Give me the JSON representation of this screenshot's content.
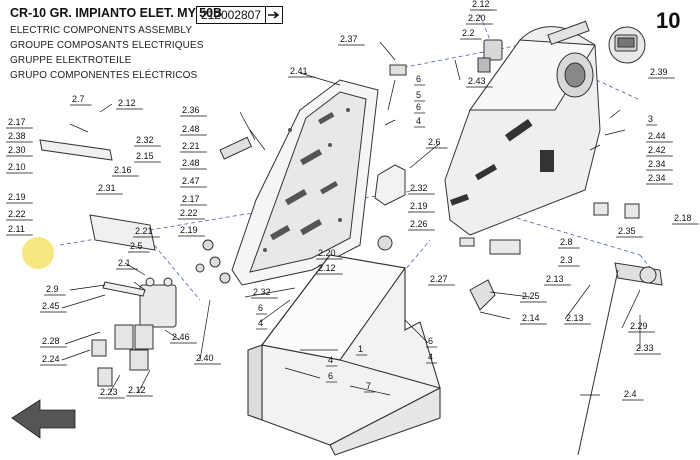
{
  "header": {
    "title": "CR-10 GR. IMPIANTO ELET. MY 50B",
    "lines": [
      "ELECTRIC COMPONENTS ASSEMBLY",
      "GROUPE COMPOSANTS ELECTRIQUES",
      "GRUPPE ELEKTROTEILE",
      "GRUPO COMPONENTES ELÉCTRICOS"
    ],
    "part_number": "212002807",
    "page": "10"
  },
  "callouts": [
    {
      "id": "c1",
      "text": "2.12"
    },
    {
      "id": "c2",
      "text": "2.20"
    },
    {
      "id": "c3",
      "text": "2.2"
    },
    {
      "id": "c4",
      "text": "2.37"
    },
    {
      "id": "c5",
      "text": "2.43"
    },
    {
      "id": "c6",
      "text": "2.39"
    },
    {
      "id": "c7",
      "text": "2.41"
    },
    {
      "id": "c8",
      "text": "6"
    },
    {
      "id": "c9",
      "text": "5"
    },
    {
      "id": "c10",
      "text": "6"
    },
    {
      "id": "c11",
      "text": "4"
    },
    {
      "id": "c12",
      "text": "3"
    },
    {
      "id": "c13",
      "text": "2.7"
    },
    {
      "id": "c14",
      "text": "2.12"
    },
    {
      "id": "c15",
      "text": "2.36"
    },
    {
      "id": "c16",
      "text": "2.44"
    },
    {
      "id": "c17",
      "text": "2.17"
    },
    {
      "id": "c18",
      "text": "2.38"
    },
    {
      "id": "c19",
      "text": "2.30"
    },
    {
      "id": "c20",
      "text": "2.32"
    },
    {
      "id": "c21",
      "text": "2.15"
    },
    {
      "id": "c22",
      "text": "2.48"
    },
    {
      "id": "c23",
      "text": "2.42"
    },
    {
      "id": "c24",
      "text": "2.6"
    },
    {
      "id": "c25",
      "text": "2.10"
    },
    {
      "id": "c26",
      "text": "2.16"
    },
    {
      "id": "c27",
      "text": "2.21"
    },
    {
      "id": "c28",
      "text": "2.34"
    },
    {
      "id": "c29",
      "text": "2.48"
    },
    {
      "id": "c30",
      "text": "2.34"
    },
    {
      "id": "c31",
      "text": "2.31"
    },
    {
      "id": "c32",
      "text": "2.47"
    },
    {
      "id": "c33",
      "text": "2.19"
    },
    {
      "id": "c34",
      "text": "2.22"
    },
    {
      "id": "c35",
      "text": "2.17"
    },
    {
      "id": "c36",
      "text": "2.32"
    },
    {
      "id": "c37",
      "text": "2.19"
    },
    {
      "id": "c38",
      "text": "2.22"
    },
    {
      "id": "c39",
      "text": "2.19"
    },
    {
      "id": "c40",
      "text": "2.11"
    },
    {
      "id": "c41",
      "text": "2.21"
    },
    {
      "id": "c42",
      "text": "2.26"
    },
    {
      "id": "c43",
      "text": "2.18"
    },
    {
      "id": "c44",
      "text": "2.35"
    },
    {
      "id": "c45",
      "text": "2.8"
    },
    {
      "id": "c46",
      "text": "2.5"
    },
    {
      "id": "c47",
      "text": "2.20"
    },
    {
      "id": "c48",
      "text": "2.12"
    },
    {
      "id": "c49",
      "text": "2.3"
    },
    {
      "id": "c50",
      "text": "2.1"
    },
    {
      "id": "c51",
      "text": "2.27"
    },
    {
      "id": "c52",
      "text": "2.13"
    },
    {
      "id": "c53",
      "text": "2.9"
    },
    {
      "id": "c54",
      "text": "2.32"
    },
    {
      "id": "c55",
      "text": "2.25"
    },
    {
      "id": "c56",
      "text": "2.45"
    },
    {
      "id": "c57",
      "text": "6"
    },
    {
      "id": "c58",
      "text": "4"
    },
    {
      "id": "c59",
      "text": "2.14"
    },
    {
      "id": "c60",
      "text": "2.13"
    },
    {
      "id": "c61",
      "text": "2.29"
    },
    {
      "id": "c62",
      "text": "2.28"
    },
    {
      "id": "c63",
      "text": "2.46"
    },
    {
      "id": "c64",
      "text": "1"
    },
    {
      "id": "c65",
      "text": "4"
    },
    {
      "id": "c66",
      "text": "6"
    },
    {
      "id": "c67",
      "text": "2.33"
    },
    {
      "id": "c68",
      "text": "2.24"
    },
    {
      "id": "c69",
      "text": "2.40"
    },
    {
      "id": "c70",
      "text": "4"
    },
    {
      "id": "c71",
      "text": "6"
    },
    {
      "id": "c72",
      "text": "2.23"
    },
    {
      "id": "c73",
      "text": "2.12"
    },
    {
      "id": "c74",
      "text": "7"
    },
    {
      "id": "c75",
      "text": "2.4"
    }
  ]
}
